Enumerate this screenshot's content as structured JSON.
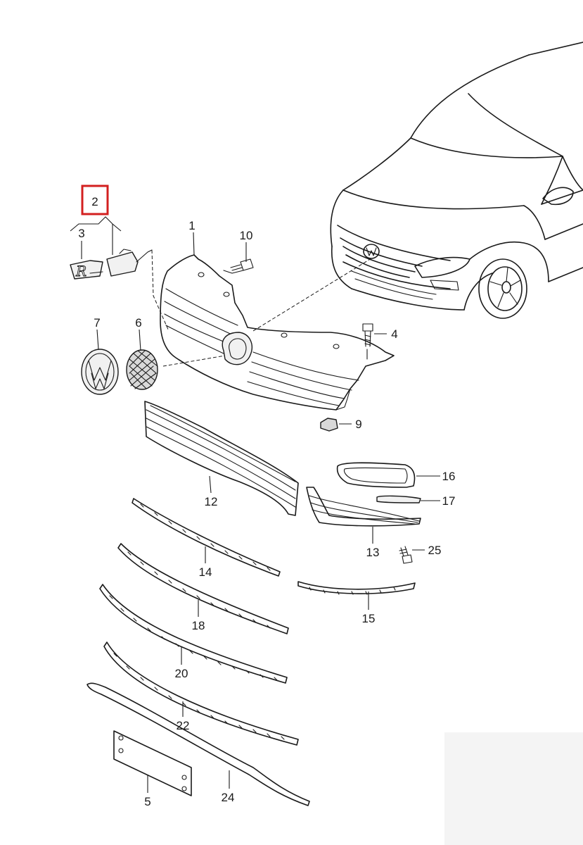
{
  "diagram": {
    "highlight_color": "#d32020",
    "highlighted_callout": "2",
    "callouts": {
      "c1": "1",
      "c2": "2",
      "c3": "3",
      "c4": "4",
      "c5": "5",
      "c6": "6",
      "c7": "7",
      "c9": "9",
      "c10": "10",
      "c12": "12",
      "c13": "13",
      "c14": "14",
      "c15": "15",
      "c16": "16",
      "c17": "17",
      "c18": "18",
      "c20": "20",
      "c22": "22",
      "c24": "24",
      "c25": "25"
    }
  }
}
